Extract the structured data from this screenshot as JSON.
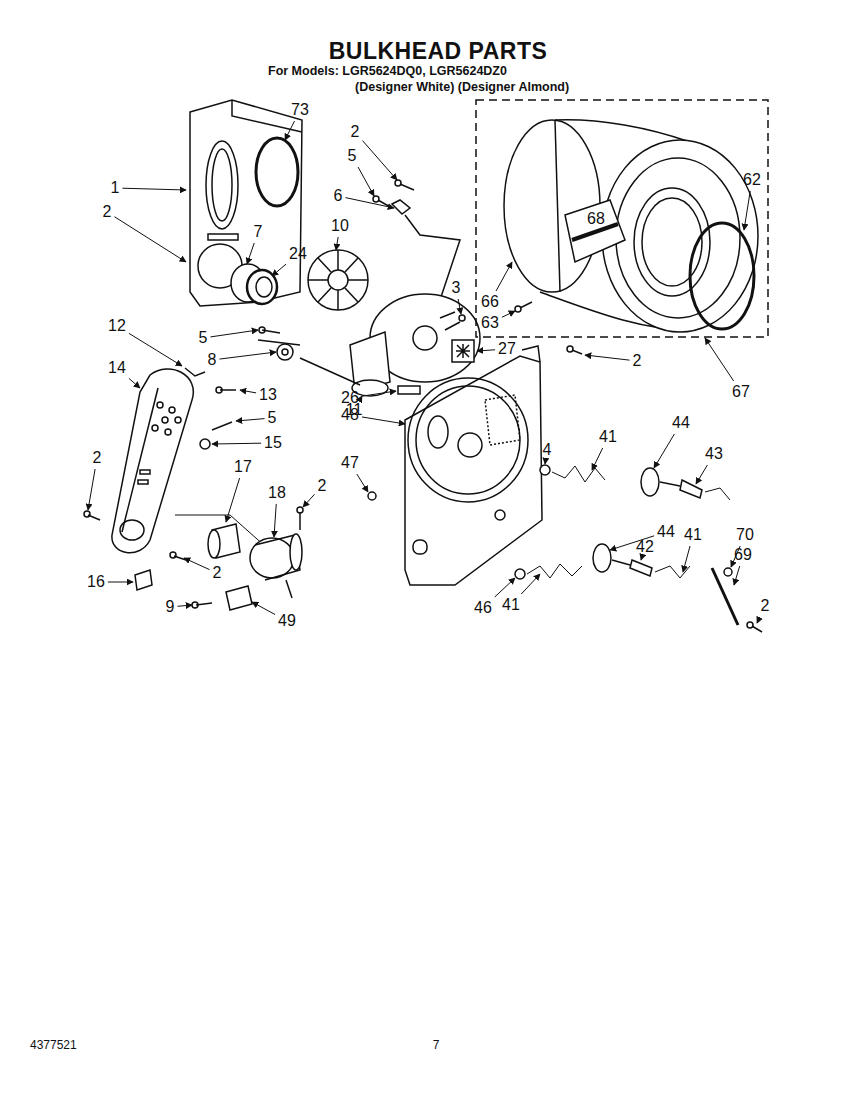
{
  "diagram": {
    "title": "BULKHEAD PARTS",
    "labels": [
      "For Models: LGR5624DQ0, LGR5624DZ0",
      "(Designer White) (Designer Almond)",
      "73",
      "2",
      "5",
      "1",
      "6",
      "2",
      "7",
      "10",
      "24",
      "3",
      "12",
      "5",
      "14",
      "8",
      "11",
      "27",
      "2",
      "13",
      "26",
      "48",
      "5",
      "15",
      "47",
      "4",
      "41",
      "44",
      "43",
      "2",
      "17",
      "18",
      "2",
      "70",
      "44",
      "42",
      "41",
      "69",
      "2",
      "16",
      "9",
      "49",
      "46",
      "41",
      "2",
      "68",
      "62",
      "66",
      "63",
      "67",
      "4377521",
      "7"
    ]
  }
}
